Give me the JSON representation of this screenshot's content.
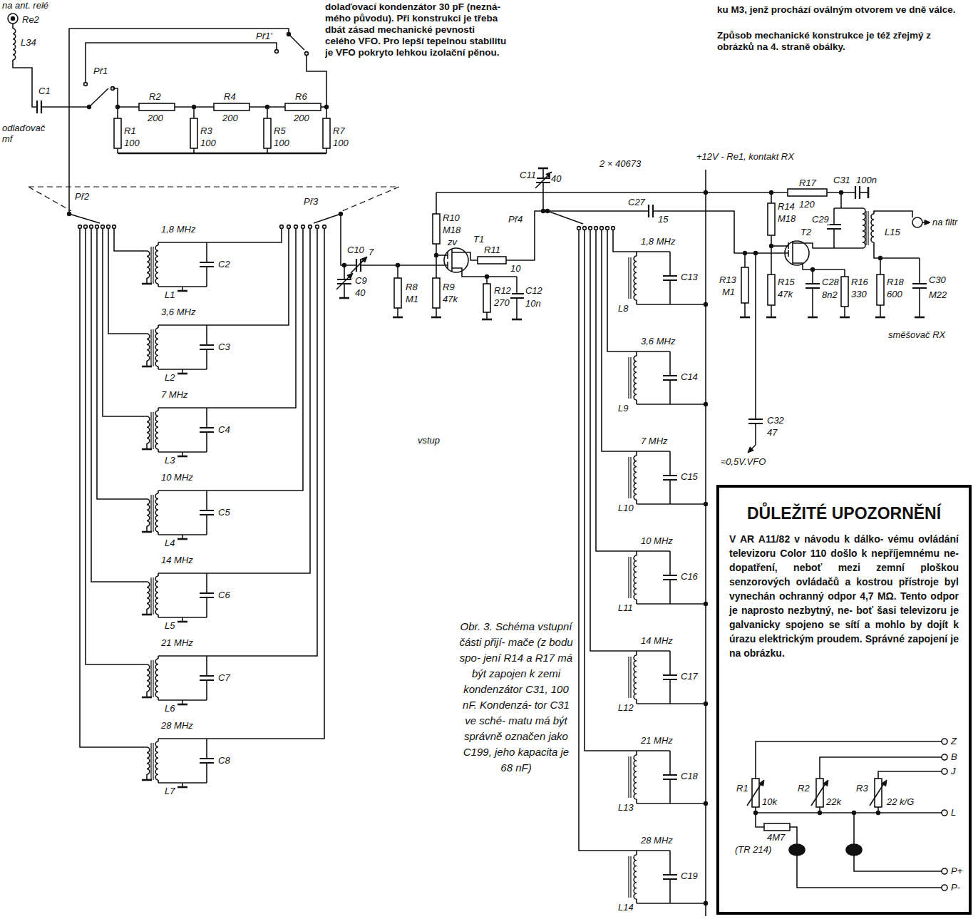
{
  "diagram": {
    "caption": "Obr. 3. Schéma vstupní části přijí- mače (z bodu spo- jení R14 a R17 má být zapojen k zemi kondenzátor C31, 100 nF. Kondenzá- tor C31 ve sché- matu má být správně označen jako C199, jeho kapacita je 68 nF)",
    "nodes": [
      {
        "text": [
          "DŮLEŽITÉ UPOZORNĚNÍ",
          "V AR A11/82 v návodu k dálko- vému ovládání televizoru Color 110 došlo k nepříjemnému ne- dopatření, neboť mezi zemní ploškou senzorových ovládačů a kostrou přístroje byl vynechán ochranný odpor 4,7 MΩ. Tento odpor je naprosto nezbytný, ne- boť šasi televizoru je galvanicky spojeno se sítí a mohlo by dojít k úrazu elektrickým proudem. Správné zapojení je na obrázku."
        ]
      }
    ],
    "edges": [],
    "labels": [
      "na ant. relé",
      "Re2",
      "L34",
      "C1",
      "odlaďovač mf",
      "Př1",
      "Př1'",
      "R2",
      "200",
      "R4",
      "200",
      "R6",
      "200",
      "R1",
      "100",
      "R3",
      "100",
      "R5",
      "100",
      "R7",
      "100",
      "Př2",
      "Př3",
      "1,8 MHz",
      "C2",
      "L1",
      "3,6 MHz",
      "C3",
      "L2",
      "7 MHz",
      "C4",
      "L3",
      "10 MHz",
      "C5",
      "L4",
      "14 MHz",
      "C6",
      "L5",
      "21 MHz",
      "C7",
      "L6",
      "28 MHz",
      "C8",
      "L7",
      "C10",
      "7",
      "C9",
      "40",
      "R8",
      "M1",
      "T1",
      "zv",
      "R9",
      "47k",
      "R10",
      "M18",
      "R11",
      "10",
      "R12",
      "270",
      "C12",
      "10n",
      "C11",
      "40",
      "2 × 40673",
      "Př4",
      "C27",
      "15",
      "1,8 MHz",
      "C13",
      "L8",
      "3,6 MHz",
      "C14",
      "L9",
      "7 MHz",
      "C15",
      "L10",
      "10 MHz",
      "C16",
      "L11",
      "14 MHz",
      "C17",
      "L12",
      "21 MHz",
      "C18",
      "L13",
      "28 MHz",
      "C19",
      "L14",
      "+12V - Re1, kontakt RX",
      "R17",
      "120",
      "C31",
      "100n",
      "R14",
      "M18",
      "C29",
      "L15",
      "na filtr",
      "T2",
      "R13",
      "M1",
      "R15",
      "47k",
      "C28",
      "8n2",
      "R16",
      "330",
      "R18",
      "600",
      "C30",
      "M22",
      "směšovač RX",
      "C32",
      "47",
      "≈0,5V.VFO",
      "vstup",
      "dolaďovací kondenzátor 30 pF (nezná- mého původu). Při konstrukci je třeba dbát zásad mechanické pevnosti celého VFO. Pro lepší tepelnou stabilitu je VFO pokryto lehkou izolační pěnou.",
      "ku M3, jenž prochází oválným otvorem ve dně válce.",
      "Způsob mechanické konstrukce je též zřejmý z obrázků na 4. straně obálky.",
      "Z",
      "B",
      "J",
      "L",
      "P+",
      "P-",
      "R1",
      "10k",
      "R2",
      "22k",
      "R3",
      "22 k/G",
      "4M7",
      "(TR 214)"
    ]
  }
}
